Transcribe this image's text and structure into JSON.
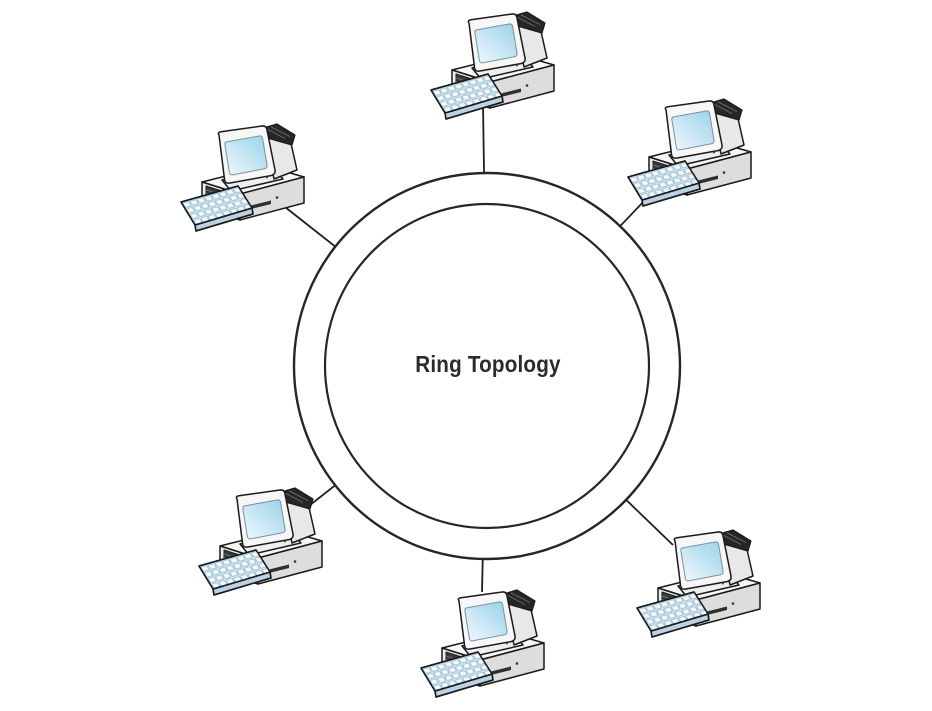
{
  "diagram": {
    "type": "network-topology-diagram",
    "topology": "ring",
    "ring_label": "Ring Topology",
    "workstation_count": 6,
    "workstations": [
      {
        "position": "top"
      },
      {
        "position": "top-right"
      },
      {
        "position": "top-left"
      },
      {
        "position": "bottom-left"
      },
      {
        "position": "bottom"
      },
      {
        "position": "bottom-right"
      }
    ],
    "colors": {
      "outline": "#1a1a1a",
      "ring_stroke": "#262626",
      "screen_blue": "#b5ddee",
      "keyboard_blue": "#cfe4f1",
      "background": "#ffffff"
    }
  }
}
